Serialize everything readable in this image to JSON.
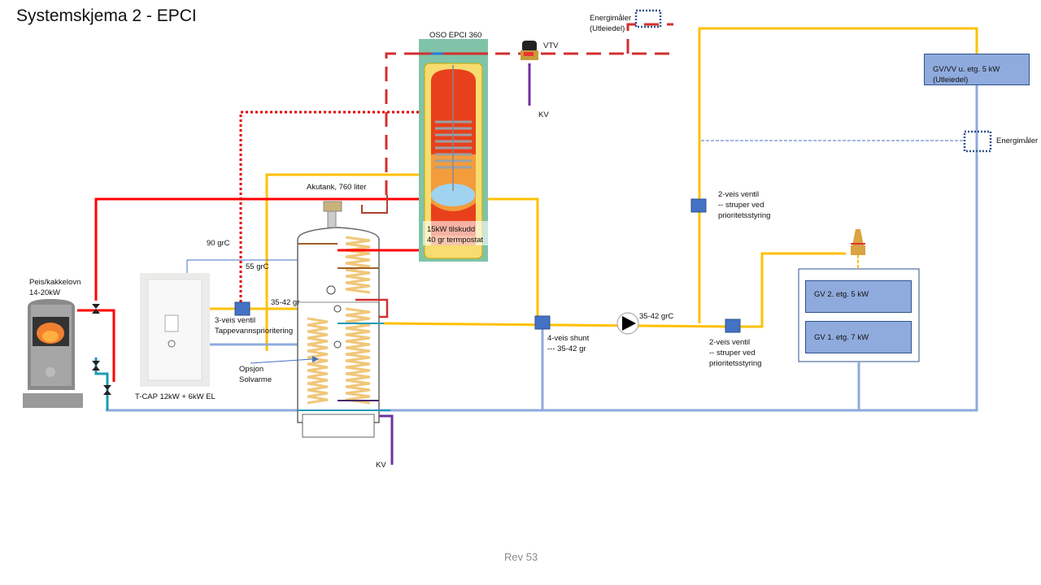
{
  "title": "Systemskjema 2 - EPCI",
  "revision": "Rev 53",
  "colors": {
    "hot_red": "#ff0000",
    "hot_dash": "#d32f2f",
    "supply_yellow": "#ffc000",
    "return_blue": "#8faadc",
    "cold_purple": "#7030a0",
    "valve_blue": "#4472c4",
    "meter_navy": "#2f528f"
  },
  "components": {
    "oso_tank": {
      "label": "OSO EPCI 360",
      "note_line1": "15kW tilskudd",
      "note_line2": "40 gr termpostat"
    },
    "vtv": {
      "label": "VTV"
    },
    "kv_top": {
      "label": "KV"
    },
    "kv_bottom": {
      "label": "KV"
    },
    "energimaler_top": {
      "line1": "Energimåler",
      "line2": "(Utleiedel)"
    },
    "energimaler_right": {
      "label": "Energimåler"
    },
    "akutank": {
      "label": "Akutank, 760 liter"
    },
    "stove": {
      "line1": "Peis/kakkelovn",
      "line2": "14-20kW"
    },
    "heat_pump": {
      "label": "T-CAP 12kW + 6kW EL"
    },
    "temp_90": {
      "label": "90 grC"
    },
    "temp_55": {
      "label": "55 grC"
    },
    "temp_35_42": {
      "label": "35-42 gr"
    },
    "three_way_valve": {
      "line1": "3-veis ventil",
      "line2": "Tappevannsprioritering"
    },
    "solar_option": {
      "line1": "Opsjon",
      "line2": "Solvarme"
    },
    "four_way_shunt": {
      "line1": "4-veis shunt",
      "line2": "--- 35-42 gr"
    },
    "pump": {
      "label": "35-42 grC"
    },
    "two_way_valve_upper": {
      "line1": "2-veis ventil",
      "line2": "-- struper ved",
      "line3": "prioritetsstyring"
    },
    "two_way_valve_lower": {
      "line1": "2-veis ventil",
      "line2": "-- struper ved",
      "line3": "prioritetsstyring"
    },
    "gv_vv_rental": {
      "line1": "GV/VV u. etg. 5 kW",
      "line2": "(Utleiedel)"
    },
    "gv_floor2": {
      "label": "GV 2. etg. 5 kW"
    },
    "gv_floor1": {
      "label": "GV 1. etg. 7 kW"
    }
  }
}
